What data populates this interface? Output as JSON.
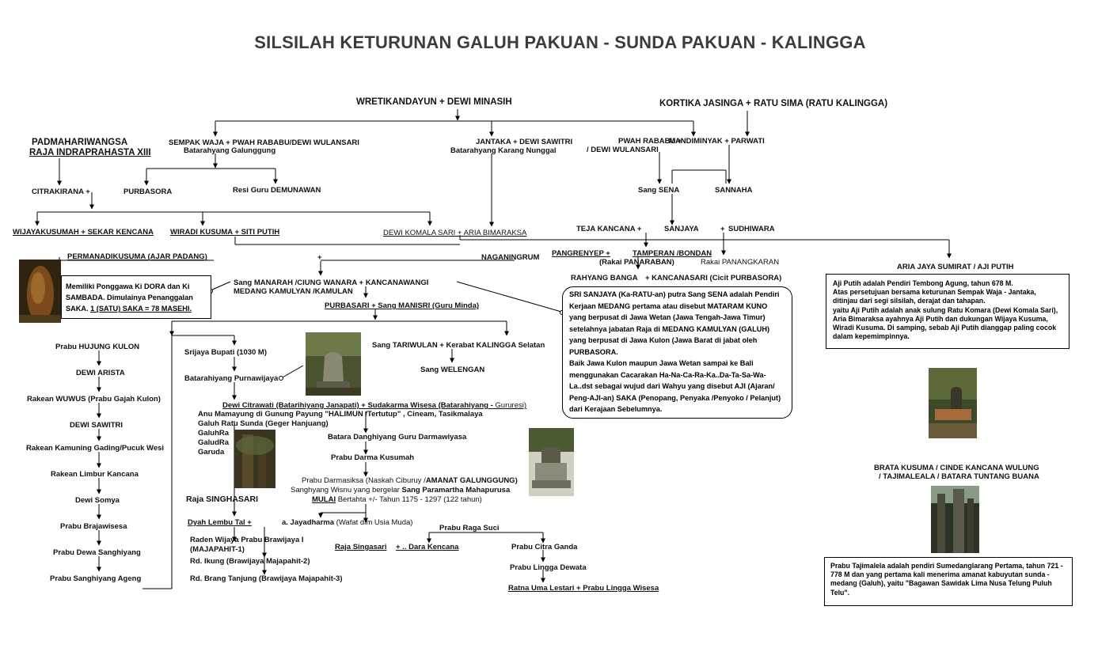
{
  "title": "SILSILAH KETURUNAN GALUH PAKUAN - SUNDA PAKUAN - KALINGGA",
  "nodes": {
    "wretikandayun": "WRETIKANDAYUN  +  DEWI MINASIH",
    "kortika": "KORTIKA JASINGA + RATU SIMA (RATU KALINGGA)",
    "padmahariwangsa": "PADMAHARIWANGSA",
    "raja_indraprahasta": "RAJA INDRAPRAHASTA XIII",
    "sempak_waja": "SEMPAK WAJA + PWAH RABABU/DEWI WULANSARI",
    "batarahyang_galunggung": "Batarahyang Galunggung",
    "jantaka": "JANTAKA + DEWI SAWITRI",
    "batarahyang_karang": "Batarahyang Karang Nunggal",
    "pwah_rababu_1": "PWAH RABABU   +",
    "pwah_rababu_2": "/ DEWI WULANSARI",
    "mandiminyak": "MANDIMINYAK + PARWATI",
    "citrakirana": "CITRAKIRANA  +",
    "purbasora": "PURBASORA",
    "resi_guru": "Resi Guru DEMUNAWAN",
    "sang_sena": "Sang SENA",
    "sannaha": "SANNAHA",
    "wijayakusumah": "WIJAYAKUSUMAH + SEKAR KENCANA",
    "wiradi_kusuma": "WIRADI KUSUMA + SITI PUTIH",
    "dewi_komala": "DEWI KOMALA SARI  + ARIA BIMARAKSA",
    "teja_kencana": "TEJA KANCANA  +",
    "sanjaya": "SANJAYA",
    "sudhiwara_plus": "+",
    "sudhiwara": "SUDHIWARA",
    "permanadikusuma": "PERMANADIKUSUMA (AJAR PADANG)",
    "plus_mid": "+",
    "naganingrum": "NAGANINGRUM",
    "pangrenyep": "PANGRENYEP    +",
    "tamperan": "TAMPERAN /BONDAN",
    "rakai_panaraban": "(Rakai PANARABAN)",
    "rakai_panangkaran": "Rakai PANANGKARAN",
    "aria_jaya": "ARIA JAYA SUMIRAT / AJI PUTIH",
    "rahyang_banga": "RAHYANG BANGA",
    "kancanasari": "+   KANCANASARI (Cicit PURBASORA)",
    "sang_manarah": "Sang MANARAH /CIUNG WANARA   +     KANCANAWANGI",
    "medang_kamulyan": "MEDANG KAMULYAN /KAMULAN",
    "purbasari": "PURBASARI + Sang MANISRI (Guru Minda)",
    "sang_tariwulan": "Sang TARIWULAN   +    Kerabat KALINGGA Selatan",
    "sang_welengan": "Sang WELENGAN",
    "prabu_hujung": "Prabu HUJUNG KULON",
    "dewi_arista": "DEWI ARISTA",
    "rakean_wuwus": "Rakean WUWUS (Prabu Gajah Kulon)",
    "dewi_sawitri": "DEWI SAWITRI",
    "rakean_kamuning": "Rakean Kamuning Gading/Pucuk Wesi",
    "rakean_limbur": "Rakean Limbur Kancana",
    "dewi_somya": "Dewi Somya",
    "prabu_brajawisesa": "Prabu Brajawisesa",
    "prabu_dewa": "Prabu Dewa Sanghiyang",
    "prabu_sanghiyang": "Prabu Sanghiyang Ageng",
    "srijaya": "Srijaya Bupati (1030 M)",
    "batarahiyang_purnawijaya": "Batarahiyang Purnawijaya",
    "dewi_citrawati_a": "Dewi Citrawati (Batarihiyang Janapati) + Sudakarma Wisesa (Batarahiyang - ",
    "dewi_citrawati_b": "Gururesi)",
    "anu_mamayung_a": "Anu Mamayung di Gunung Payung \"HALIMUN /Tertutup\" , Cineam, Tasikmalaya",
    "galuh_ratu": "Galuh Ratu Sunda (Geger Hanjuang)",
    "galuhra1": "GaluhRa",
    "galudra": "GaludRa",
    "garuda": "Garuda",
    "batara_danghiyang": "Batara Danghiyang Guru Darmawiyasa",
    "prabu_darma_kusumah": "Prabu Darma Kusumah",
    "prabu_darmasiksa_a": "Prabu Darmasiksa (Naskah Ciburuy /",
    "prabu_darmasiksa_b": "AMANAT GALUNGGUNG)",
    "sanghyang_wisnu_a": "Sanghyang Wisnu yang bergelar ",
    "sanghyang_wisnu_b": "Sang Paramartha Mahapurusa",
    "mulai_a": "MULAI",
    "mulai_b": " Bertahta +/- Tahun 1175 - 1297 (122 tahun)",
    "raja_singhasari": "Raja SINGHASARI",
    "dyah_lembu_tal": "Dyah Lembu Tal      +",
    "jayadharma_a": "a. Jayadharma ",
    "jayadharma_b": "(Wafat dlm Usia Muda)",
    "prabu_raga_suci": "Prabu Raga Suci",
    "raden_wijaya": "Raden Wijaya Prabu Brawijaya I",
    "majapahit1": "(MAJAPAHIT-1)",
    "rd_ikung": "Rd. Ikung (Brawijaya Majapahit-2)",
    "rd_brang": "Rd. Brang Tanjung (Brawijaya Majapahit-3)",
    "raja_singasari": "Raja Singasari",
    "dara_kencana": "+   .. Dara Kencana",
    "prabu_citra_ganda": "Prabu Citra Ganda",
    "prabu_lingga_dewata": "Prabu Lingga Dewata",
    "ratna_uma": "Ratna Uma Lestari + Prabu Lingga Wisesa",
    "brata_kusuma_1": "BRATA KUSUMA / CINDE KANCANA WULUNG",
    "brata_kusuma_2": "/ TAJIMALEALA / BATARA TUNTANG BUANA"
  },
  "boxes": {
    "ponggawa": "Memiliki Ponggawa Ki DORA dan Ki SAMBADA. Dimulainya Penanggalan SAKA. ",
    "ponggawa_u": "1 (SATU) SAKA = 78 MASEHI.",
    "sanjaya_desc_1": "SRI SANJAYA (Ka-RATU-an) putra Sang SENA adalah Pendiri Kerjaan MEDANG pertama atau disebut MATARAM KUNO yang berpusat di Jawa Wetan (Jawa Tengah-Jawa Timur) setelahnya jabatan Raja di MEDANG KAMULYAN (GALUH) yang berpusat di Jawa Kulon (Jawa Barat di jabat oleh PURBASORA.",
    "sanjaya_desc_2": "Baik Jawa Kulon maupun Jawa Wetan sampai ke Bali menggunakan Cacarakan Ha-Na-Ca-Ra-Ka..Da-Ta-Sa-Wa-La..dst sebagai wujud dari Wahyu yang disebut AJI (Ajaran/ Peng-AJI-an) SAKA (Penopang, Penyaka /Penyoko / Pelanjut) dari Kerajaan Sebelumnya.",
    "aji_putih_1": "Aji Putih adalah Pendiri Tembong Agung, tahun 678 M.",
    "aji_putih_2": "Atas persetujuan bersama keturunan Sempak Waja - Jantaka, ditinjau dari segi silsilah, derajat dan tahapan.",
    "aji_putih_3": "yaitu Aji Putih adalah anak sulung Ratu Komara (Dewi Komala Sari), Aria Bimaraksa ayahnya Aji Putih dan dukungan Wijaya Kusuma, Wiradi Kusuma. Di samping, sebab Aji Putih dianggap paling cocok dalam kepemimpinnya.",
    "tajimalela": "Prabu Tajimalela adalah pendiri Sumedanglarang Pertama, tahun 721 - 778 M dan yang pertama kali menerima amanat kabuyutan sunda - medang (Galuh), yaitu \"Bagawan Sawidak Lima Nusa Telung Puluh Telu\"."
  },
  "photos": [
    {
      "name": "ajar-padang-stone-photo",
      "color": "#7a4a1c"
    },
    {
      "name": "purnawijaya-grave-photo",
      "color": "#6b6a3e"
    },
    {
      "name": "galuh-ratu-forest-photo",
      "color": "#4f4628"
    },
    {
      "name": "darmasiksa-tomb-photo",
      "color": "#5d6048"
    },
    {
      "name": "aji-putih-site-photo",
      "color": "#6a5a3a"
    },
    {
      "name": "tajimalela-forest-photo",
      "color": "#3f4436"
    }
  ]
}
